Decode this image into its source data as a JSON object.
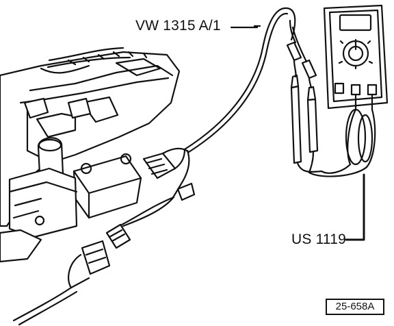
{
  "labels": {
    "tool_1": "VW 1315 A/1",
    "tool_2": "US 1119",
    "figure_number": "25-658A"
  },
  "colors": {
    "ink": "#111111",
    "background": "#ffffff"
  }
}
